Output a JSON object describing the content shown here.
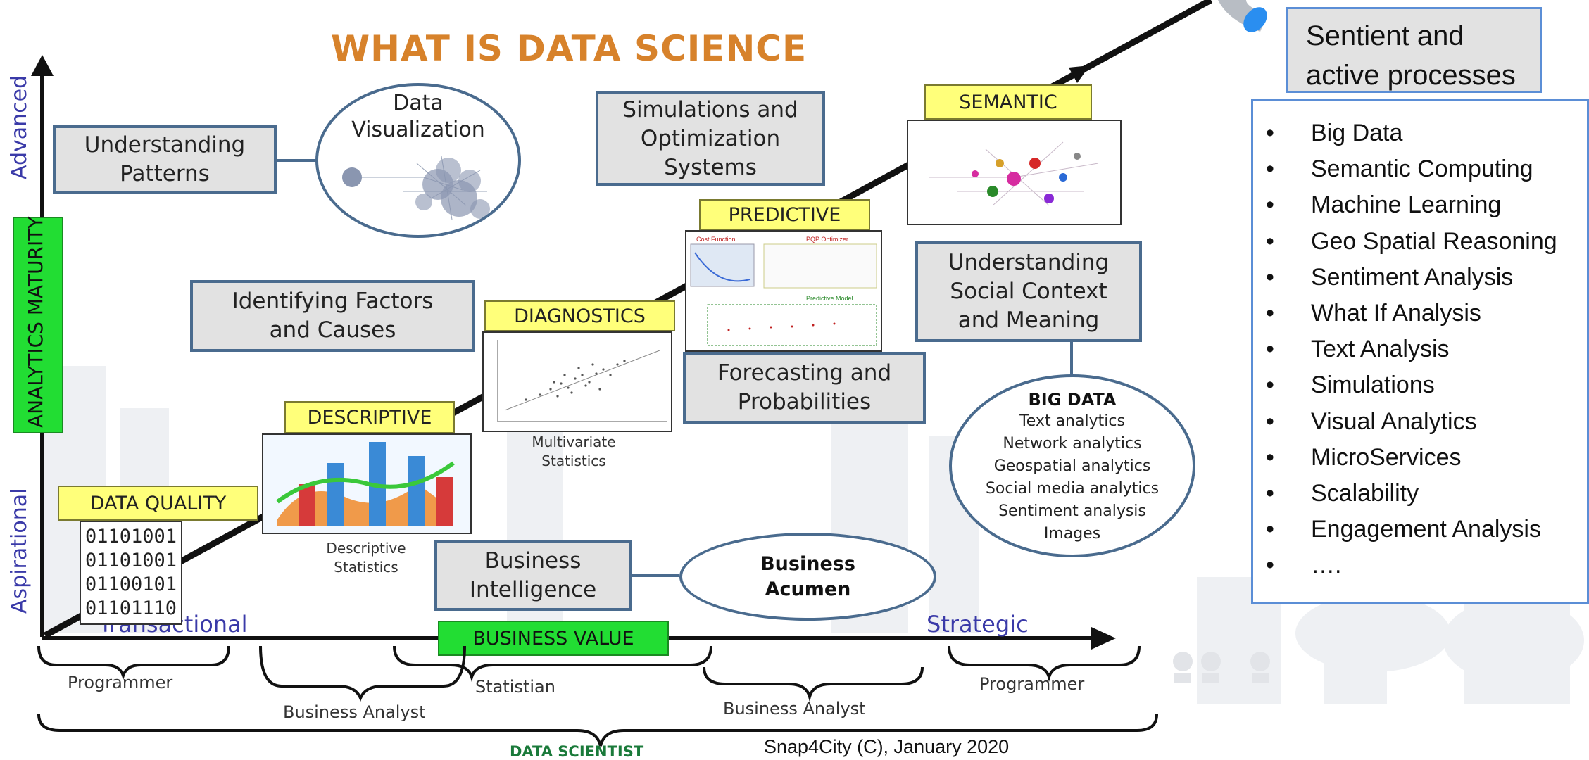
{
  "title": "WHAT IS DATA SCIENCE",
  "axes": {
    "y_bottom": "Aspirational",
    "y_middle": "ANALYTICS MATURITY",
    "y_top": "Advanced",
    "x_left": "Transactional",
    "x_middle": "BUSINESS VALUE",
    "x_right": "Strategic"
  },
  "gray_boxes": {
    "understanding_patterns": "Understanding\nPatterns",
    "identifying_factors": "Identifying Factors\nand Causes",
    "simulations": "Simulations and\nOptimization\nSystems",
    "forecasting": "Forecasting and\nProbabilities",
    "social_context": "Understanding\nSocial Context\nand Meaning",
    "business_intelligence": "Business\nIntelligence"
  },
  "stages": {
    "data_quality": "DATA QUALITY",
    "descriptive": "DESCRIPTIVE",
    "diagnostics": "DIAGNOSTICS",
    "predictive": "PREDICTIVE",
    "semantic": "SEMANTIC"
  },
  "binary_lines": [
    "01101001",
    "01101001",
    "01100101",
    "01101110"
  ],
  "captions": {
    "descriptive": "Descriptive\nStatistics",
    "multivariate": "Multivariate\nStatistics"
  },
  "predictive_image_labels": {
    "cost_function": "Cost Function",
    "optimizer": "PQP Optimizer",
    "model": "Predictive Model"
  },
  "data_visualization": "Data\nVisualization",
  "business_acumen": "Business\nAcumen",
  "big_data": {
    "title": "BIG DATA",
    "items": [
      "Text analytics",
      "Network analytics",
      "Geospatial analytics",
      "Social media analytics",
      "Sentiment analysis",
      "Images"
    ]
  },
  "roles": {
    "programmer_left": "Programmer",
    "business_analyst_left": "Business Analyst",
    "statistian": "Statistian",
    "business_analyst_right": "Business Analyst",
    "programmer_right": "Programmer",
    "data_scientist": "DATA SCIENTIST"
  },
  "footer": "Snap4City (C), January 2020",
  "sentient_box": "Sentient and\nactive processes",
  "right_list": {
    "bullet": "•",
    "items": [
      "Big Data",
      "Semantic Computing",
      "Machine Learning",
      "Geo Spatial Reasoning",
      "Sentiment Analysis",
      "What If Analysis",
      "Text Analysis",
      "Simulations",
      "Visual Analytics",
      "MicroServices",
      "Scalability",
      "Engagement Analysis",
      "…."
    ]
  },
  "colors": {
    "title": "#d7822b",
    "green": "#22dd33",
    "yellow": "#ffff7a",
    "axis_label": "#3a3aa8",
    "big_data_border": "#4a6b8e",
    "list_border": "#5b8ed6",
    "sentient_border": "#5b8ed6"
  }
}
